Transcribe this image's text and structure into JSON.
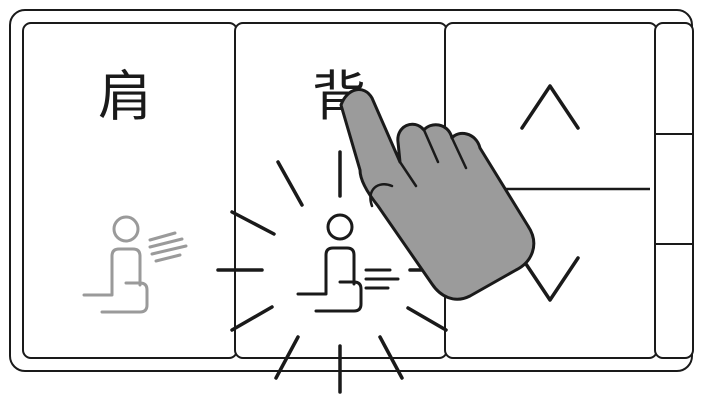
{
  "panel": {
    "shoulder_button": {
      "label": "肩",
      "icon": "person-air-shoulder-icon"
    },
    "back_button": {
      "label": "背",
      "icon": "person-air-back-icon"
    },
    "up_button": {
      "icon": "chevron-up-icon"
    },
    "down_button": {
      "icon": "chevron-down-icon"
    },
    "side_strip": {
      "segments": 3
    }
  },
  "overlay": {
    "pointer": "hand-pointer-icon",
    "indicator": "flash-rays-icon"
  },
  "colors": {
    "line": "#1a1a1a",
    "inactive_icon": "#9a9a9a",
    "hand_fill": "#9b9b9b"
  }
}
